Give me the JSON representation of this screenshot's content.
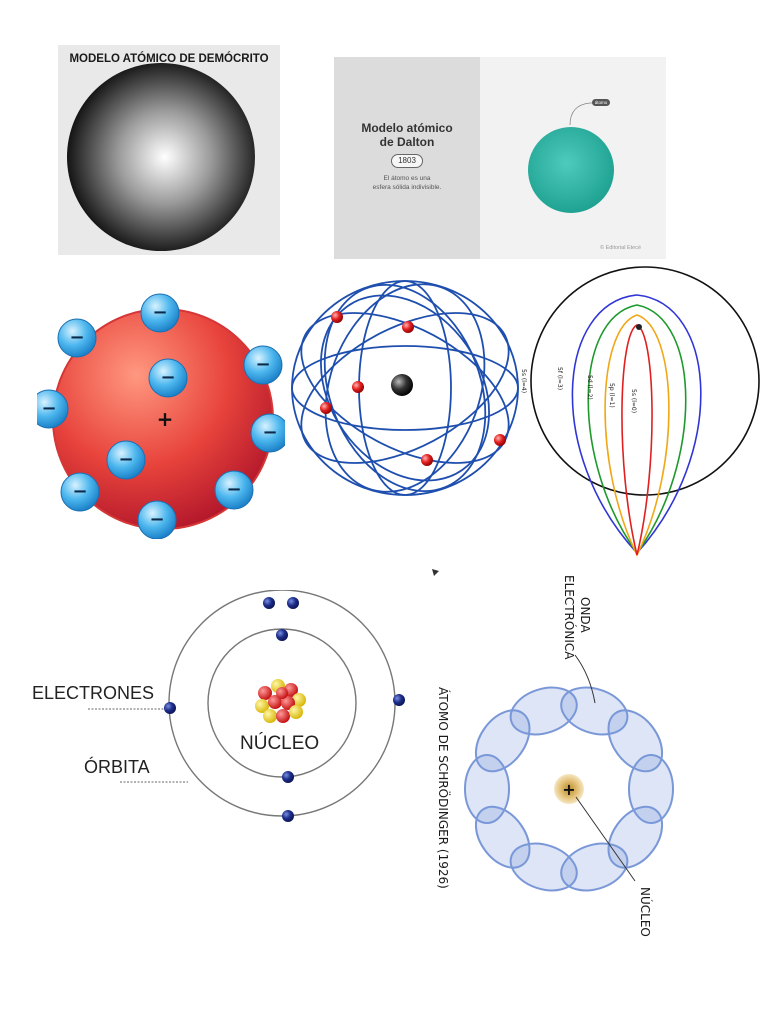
{
  "democrito": {
    "title": "MODELO ATÓMICO DE DEMÓCRITO"
  },
  "dalton": {
    "title_line1": "Modelo atómico",
    "title_line2": "de Dalton",
    "year": "1803",
    "desc_line1": "El átomo es una",
    "desc_line2": "esfera sólida indivisible.",
    "tag": "átomo",
    "credit": "© Editorial Etecé",
    "sphere_color": "#2bb5a6"
  },
  "thomson": {
    "plus": "+",
    "minus": "−"
  },
  "sommerfeld": {
    "labels": [
      "5s (l=4)",
      "5f (l=3)",
      "5d (l=2)",
      "5p (l=1)",
      "5s (l=0)"
    ]
  },
  "bohr": {
    "electrons_label": "ELECTRONES",
    "orbit_label": "ÓRBITA",
    "nucleus_label": "NÚCLEO"
  },
  "schrodinger": {
    "title": "ÁTOMO DE SCHRÖDINGER (1926)",
    "wave_line1": "ONDA",
    "wave_line2": "ELECTRÓNICA",
    "nucleus_label": "NÚCLEO",
    "plus": "+"
  }
}
